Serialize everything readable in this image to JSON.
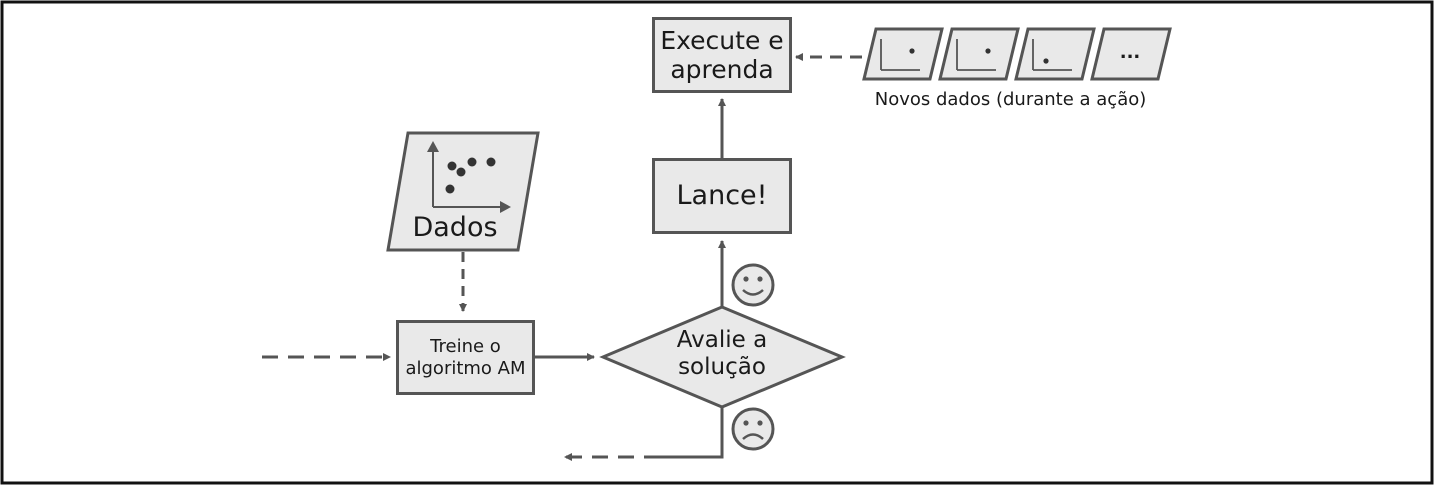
{
  "diagram": {
    "nodes": {
      "execute": "Execute e\naprenda",
      "launch": "Lance!",
      "data": "Dados",
      "train": "Treine o\nalgoritmo AM",
      "evaluate": "Avalie a\nsolução"
    },
    "new_data_caption": "Novos dados (durante a ação)",
    "ellipsis": "...",
    "colors": {
      "stroke": "#555555",
      "fill": "#e9e9e9",
      "text": "#1a1a1a",
      "frame": "#111111"
    },
    "icons": [
      "smiley-icon",
      "frowny-icon",
      "scatter-plot-icon"
    ]
  }
}
